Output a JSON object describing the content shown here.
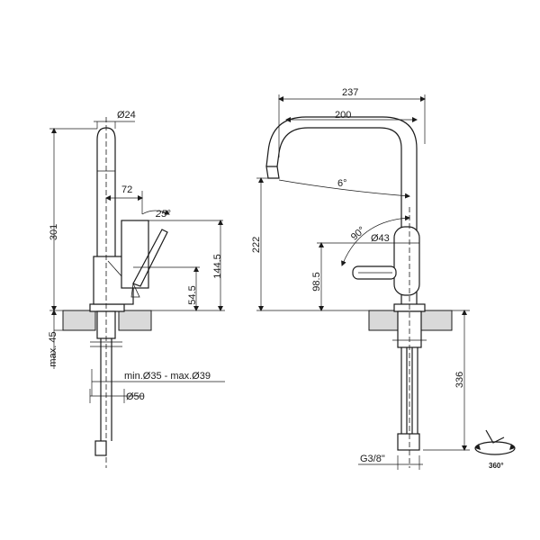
{
  "dimensions": {
    "spout_diameter": "Ø24",
    "spout_reach_left": "72",
    "lever_angle": "25°",
    "height_total": "301",
    "lever_height": "144.5",
    "body_height": "54.5",
    "max_thickness": "max. 45",
    "hole_range": "min.Ø35 - max.Ø39",
    "base_diameter": "Ø50",
    "width_total": "237",
    "spout_reach_right": "200",
    "tilt_angle": "6°",
    "spout_height": "222",
    "lever_rotation": "90°",
    "handle_diameter": "Ø43",
    "handle_height": "98.5",
    "hose_length": "336",
    "thread": "G3/8\"",
    "swivel": "360°"
  }
}
